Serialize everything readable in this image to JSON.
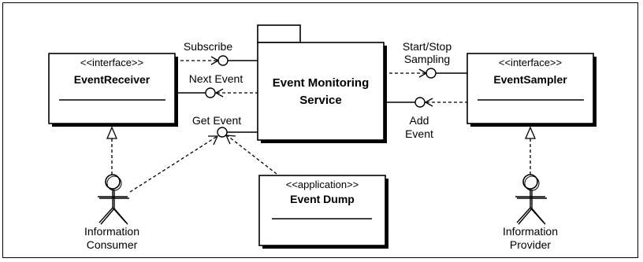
{
  "nodes": {
    "event_receiver": {
      "stereotype": "<<interface>>",
      "name": "EventReceiver"
    },
    "event_sampler": {
      "stereotype": "<<interface>>",
      "name": "EventSampler"
    },
    "event_monitoring_service": {
      "name_line1": "Event Monitoring",
      "name_line2": "Service"
    },
    "event_dump": {
      "stereotype": "<<application>>",
      "name": "Event Dump"
    }
  },
  "actors": {
    "information_consumer": {
      "line1": "Information",
      "line2": "Consumer"
    },
    "information_provider": {
      "line1": "Information",
      "line2": "Provider"
    }
  },
  "interfaces": {
    "subscribe": "Subscribe",
    "next_event": "Next Event",
    "get_event": "Get Event",
    "start_stop_line1": "Start/Stop",
    "start_stop_line2": "Sampling",
    "add_event_line1": "Add",
    "add_event_line2": "Event"
  }
}
